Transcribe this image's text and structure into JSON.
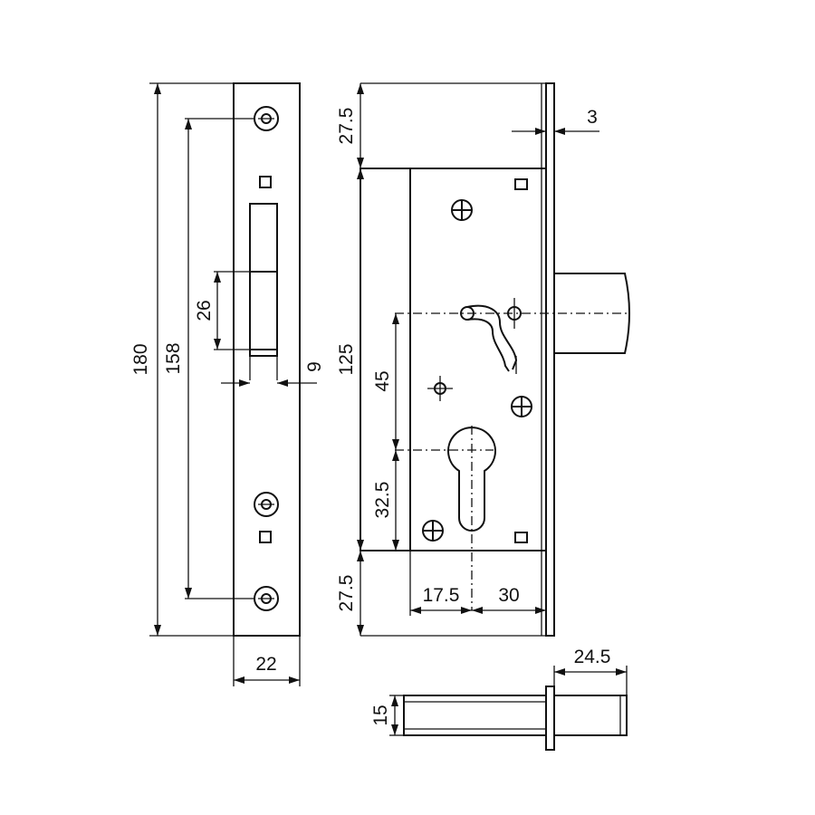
{
  "dimensions": {
    "height_total": "180",
    "screw_spacing": "158",
    "latch_slot_height": "26",
    "faceplate_thickness": "9",
    "faceplate_width": "22",
    "top_offset": "27.5",
    "body_height": "125",
    "faceplate_step": "3",
    "handle_to_cylinder": "45",
    "cylinder_to_bottom": "32.5",
    "bottom_offset": "27.5",
    "backset_left": "17.5",
    "backset_right": "30",
    "bolt_projection": "24.5",
    "bolt_thickness": "15"
  }
}
